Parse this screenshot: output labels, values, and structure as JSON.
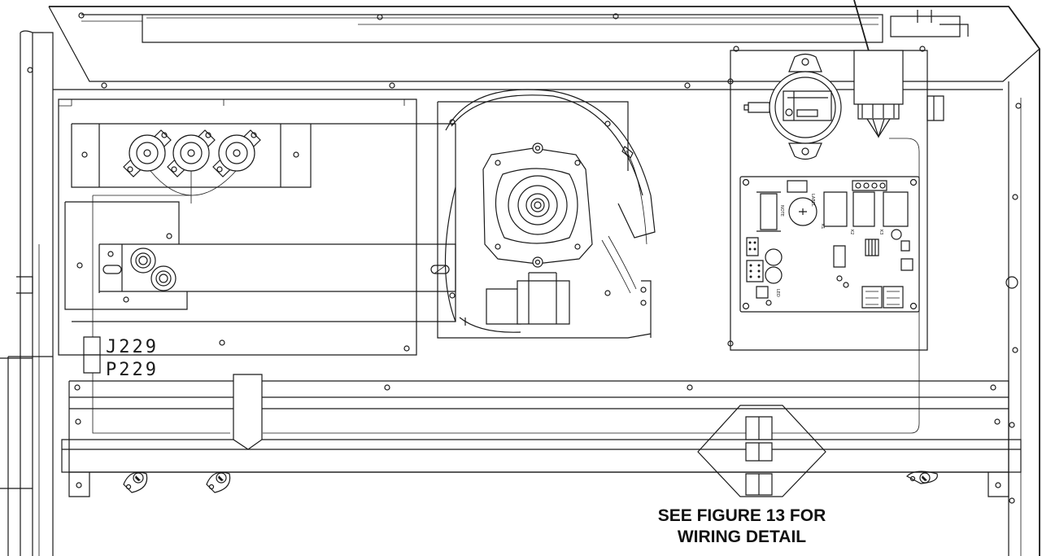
{
  "diagram": {
    "connectors": {
      "j229": "J229",
      "p229": "P229"
    },
    "note": {
      "line1": "SEE FIGURE 13 FOR",
      "line2": "WIRING DETAIL"
    },
    "colors": {
      "line": "#1a1a1a",
      "background": "#ffffff"
    }
  }
}
